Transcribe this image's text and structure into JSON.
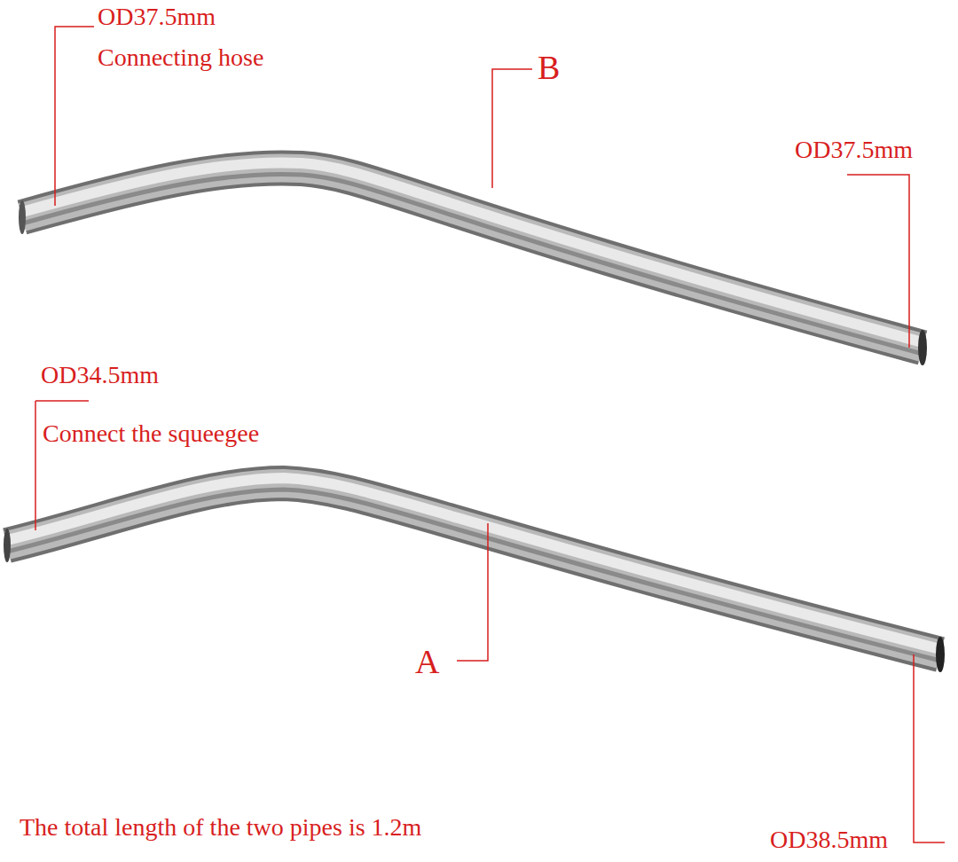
{
  "diagram": {
    "labels": [
      "OD37.5mm",
      "Connecting hose",
      "B",
      "OD37.5mm",
      "OD34.5mm",
      "Connect the squeegee",
      "A",
      "The total length of the two pipes is 1.2m",
      "OD38.5mm"
    ]
  }
}
